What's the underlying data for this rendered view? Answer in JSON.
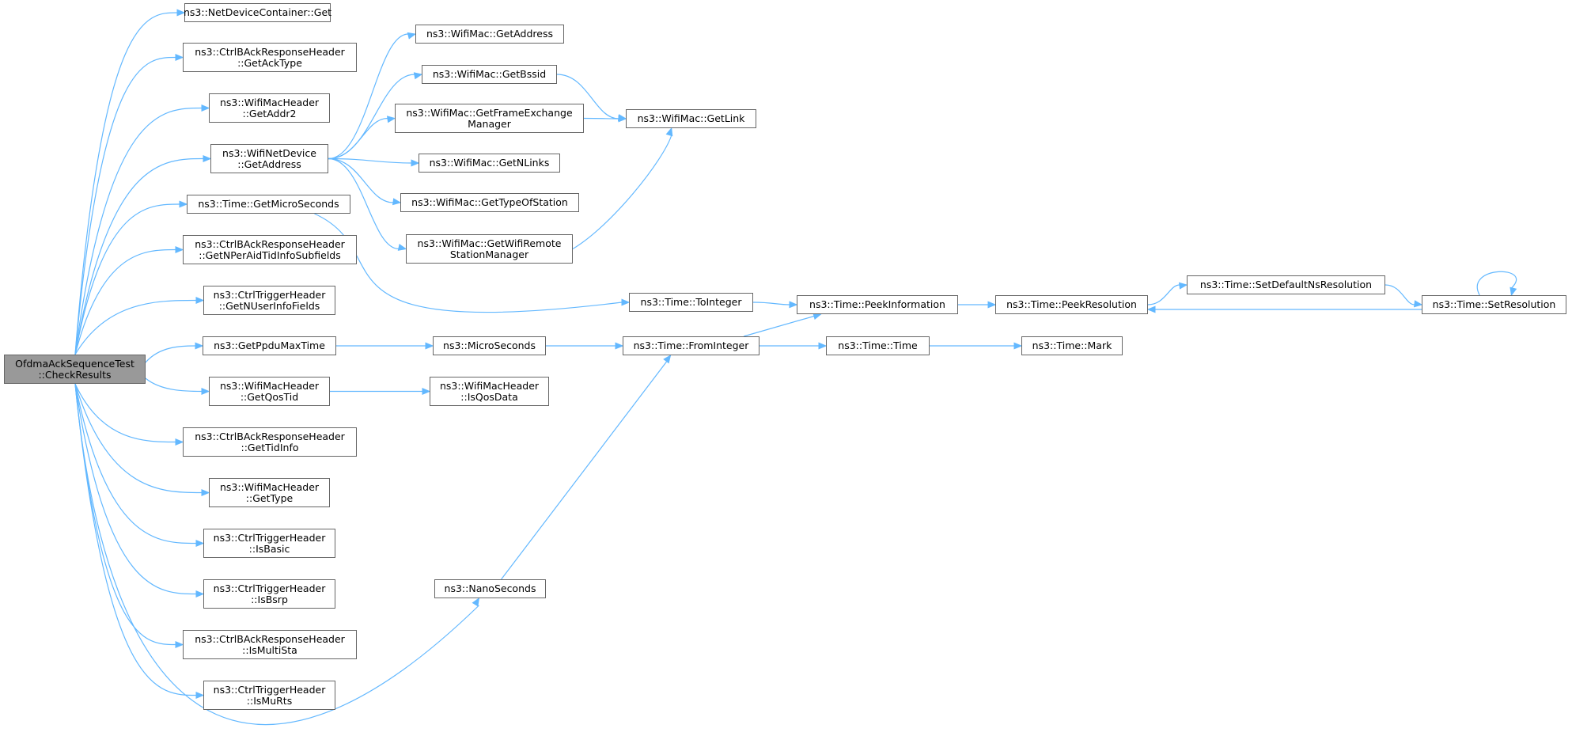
{
  "colors": {
    "edge": "#63b8ff",
    "node_border": "#666666",
    "root_fill": "#999999",
    "node_fill": "#ffffff"
  },
  "nodes": {
    "root": {
      "l1": "OfdmaAckSequenceTest",
      "l2": "::CheckResults"
    },
    "ndc_get": {
      "l1": "ns3::NetDeviceContainer::Get",
      "l2": ""
    },
    "cbar_getacktype": {
      "l1": "ns3::CtrlBAckResponseHeader",
      "l2": "::GetAckType"
    },
    "wmh_getaddr2": {
      "l1": "ns3::WifiMacHeader",
      "l2": "::GetAddr2"
    },
    "wnd_getaddress": {
      "l1": "ns3::WifiNetDevice",
      "l2": "::GetAddress"
    },
    "time_getmicro": {
      "l1": "ns3::Time::GetMicroSeconds",
      "l2": ""
    },
    "cbar_getnper": {
      "l1": "ns3::CtrlBAckResponseHeader",
      "l2": "::GetNPerAidTidInfoSubfields"
    },
    "cth_getnuser": {
      "l1": "ns3::CtrlTriggerHeader",
      "l2": "::GetNUserInfoFields"
    },
    "getppdumaxtime": {
      "l1": "ns3::GetPpduMaxTime",
      "l2": ""
    },
    "wmh_getqostid": {
      "l1": "ns3::WifiMacHeader",
      "l2": "::GetQosTid"
    },
    "cbar_gettidinfo": {
      "l1": "ns3::CtrlBAckResponseHeader",
      "l2": "::GetTidInfo"
    },
    "wmh_gettype": {
      "l1": "ns3::WifiMacHeader",
      "l2": "::GetType"
    },
    "cth_isbasic": {
      "l1": "ns3::CtrlTriggerHeader",
      "l2": "::IsBasic"
    },
    "cth_isbsrp": {
      "l1": "ns3::CtrlTriggerHeader",
      "l2": "::IsBsrp"
    },
    "cbar_ismultista": {
      "l1": "ns3::CtrlBAckResponseHeader",
      "l2": "::IsMultiSta"
    },
    "cth_ismurts": {
      "l1": "ns3::CtrlTriggerHeader",
      "l2": "::IsMuRts"
    },
    "wm_getaddress": {
      "l1": "ns3::WifiMac::GetAddress",
      "l2": ""
    },
    "wm_getbssid": {
      "l1": "ns3::WifiMac::GetBssid",
      "l2": ""
    },
    "wm_getfem": {
      "l1": "ns3::WifiMac::GetFrameExchange",
      "l2": "Manager"
    },
    "wm_getnlinks": {
      "l1": "ns3::WifiMac::GetNLinks",
      "l2": ""
    },
    "wm_gettypeofstation": {
      "l1": "ns3::WifiMac::GetTypeOfStation",
      "l2": ""
    },
    "wm_getwrsm": {
      "l1": "ns3::WifiMac::GetWifiRemote",
      "l2": "StationManager"
    },
    "wm_getlink": {
      "l1": "ns3::WifiMac::GetLink",
      "l2": ""
    },
    "microseconds": {
      "l1": "ns3::MicroSeconds",
      "l2": ""
    },
    "wmh_isqosdata": {
      "l1": "ns3::WifiMacHeader",
      "l2": "::IsQosData"
    },
    "nanoseconds": {
      "l1": "ns3::NanoSeconds",
      "l2": ""
    },
    "time_tointeger": {
      "l1": "ns3::Time::ToInteger",
      "l2": ""
    },
    "time_frominteger": {
      "l1": "ns3::Time::FromInteger",
      "l2": ""
    },
    "time_peekinfo": {
      "l1": "ns3::Time::PeekInformation",
      "l2": ""
    },
    "time_time": {
      "l1": "ns3::Time::Time",
      "l2": ""
    },
    "time_mark": {
      "l1": "ns3::Time::Mark",
      "l2": ""
    },
    "time_peekres": {
      "l1": "ns3::Time::PeekResolution",
      "l2": ""
    },
    "time_setdefaultns": {
      "l1": "ns3::Time::SetDefaultNsResolution",
      "l2": ""
    },
    "time_setres": {
      "l1": "ns3::Time::SetResolution",
      "l2": ""
    }
  },
  "edges": [
    [
      "root",
      "ndc_get"
    ],
    [
      "root",
      "cbar_getacktype"
    ],
    [
      "root",
      "wmh_getaddr2"
    ],
    [
      "root",
      "wnd_getaddress"
    ],
    [
      "root",
      "time_getmicro"
    ],
    [
      "root",
      "cbar_getnper"
    ],
    [
      "root",
      "cth_getnuser"
    ],
    [
      "root",
      "getppdumaxtime"
    ],
    [
      "root",
      "wmh_getqostid"
    ],
    [
      "root",
      "cbar_gettidinfo"
    ],
    [
      "root",
      "wmh_gettype"
    ],
    [
      "root",
      "cth_isbasic"
    ],
    [
      "root",
      "cth_isbsrp"
    ],
    [
      "root",
      "cbar_ismultista"
    ],
    [
      "root",
      "cth_ismurts"
    ],
    [
      "root",
      "nanoseconds"
    ],
    [
      "wnd_getaddress",
      "wm_getaddress"
    ],
    [
      "wnd_getaddress",
      "wm_getbssid"
    ],
    [
      "wnd_getaddress",
      "wm_getfem"
    ],
    [
      "wnd_getaddress",
      "wm_getnlinks"
    ],
    [
      "wnd_getaddress",
      "wm_gettypeofstation"
    ],
    [
      "wnd_getaddress",
      "wm_getwrsm"
    ],
    [
      "wm_getbssid",
      "wm_getlink"
    ],
    [
      "wm_getfem",
      "wm_getlink"
    ],
    [
      "wm_getwrsm",
      "wm_getlink"
    ],
    [
      "time_getmicro",
      "time_tointeger"
    ],
    [
      "getppdumaxtime",
      "microseconds"
    ],
    [
      "microseconds",
      "time_frominteger"
    ],
    [
      "wmh_getqostid",
      "wmh_isqosdata"
    ],
    [
      "nanoseconds",
      "time_frominteger"
    ],
    [
      "time_tointeger",
      "time_peekinfo"
    ],
    [
      "time_frominteger",
      "time_peekinfo"
    ],
    [
      "time_frominteger",
      "time_time"
    ],
    [
      "time_time",
      "time_mark"
    ],
    [
      "time_peekinfo",
      "time_peekres"
    ],
    [
      "time_peekres",
      "time_setdefaultns"
    ],
    [
      "time_setdefaultns",
      "time_setres"
    ],
    [
      "time_setres",
      "time_peekres"
    ],
    [
      "time_setres",
      "time_setres"
    ]
  ]
}
